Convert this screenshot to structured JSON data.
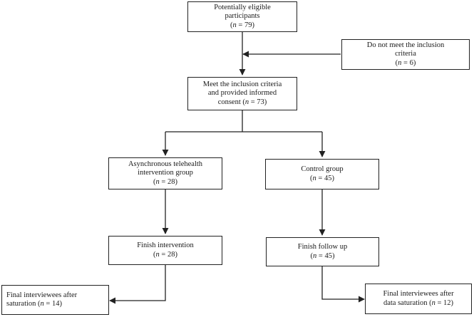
{
  "boxes": {
    "eligible": {
      "lines": [
        "Potentially eligible",
        "participants"
      ],
      "count_prefix": "n",
      "count_text": " = 79"
    },
    "excluded": {
      "lines": [
        "Do not meet the inclusion",
        "criteria"
      ],
      "count_prefix": "n",
      "count_text": " = 6"
    },
    "consented": {
      "lines": [
        "Meet the inclusion criteria",
        "and provided informed"
      ],
      "last_line_text": "consent (",
      "count_prefix": "n",
      "count_text": " = 73)"
    },
    "intervention_group": {
      "lines": [
        "Asynchronous telehealth",
        "intervention group"
      ],
      "count_prefix": "n",
      "count_text": " = 28"
    },
    "control_group": {
      "lines": [
        "Control group"
      ],
      "count_prefix": "n",
      "count_text": " = 45"
    },
    "finish_intervention": {
      "lines": [
        "Finish intervention"
      ],
      "count_prefix": "n",
      "count_text": " = 28"
    },
    "finish_followup": {
      "lines": [
        "Finish follow up"
      ],
      "count_prefix": "n",
      "count_text": " = 45"
    },
    "interviewees_intervention": {
      "lines": [
        "Final interviewees after"
      ],
      "last_line_text": "saturation (",
      "count_prefix": "n",
      "count_text": " = 14)"
    },
    "interviewees_control": {
      "lines": [
        "Final interviewees after"
      ],
      "last_line_text": "data saturation (",
      "count_prefix": "n",
      "count_text": " = 12)"
    }
  },
  "colors": {
    "line": "#222222",
    "box_border": "#222222",
    "background": "#ffffff"
  }
}
